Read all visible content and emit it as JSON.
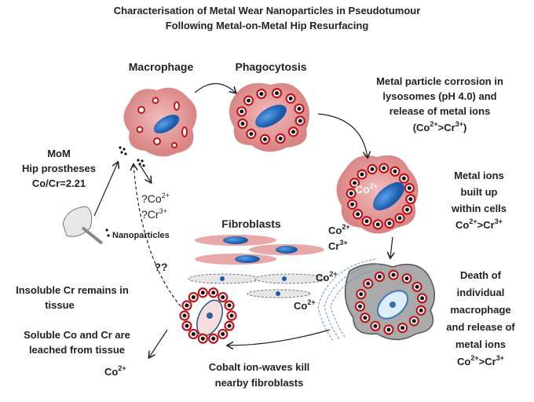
{
  "title": {
    "line1": "Characterisation of Metal Wear Nanoparticles in Pseudotumour",
    "line2": "Following Metal-on-Metal Hip Resurfacing"
  },
  "labels": {
    "macrophage": "Macrophage",
    "phagocytosis": "Phagocytosis",
    "fibroblasts": "Fibroblasts",
    "nanoparticles": "Nanoparticles",
    "unknown": "??",
    "cell_ion": {
      "base": "Co",
      "sup": "2+"
    }
  },
  "corrosion": {
    "lines": [
      "Metal particle  corrosion in",
      "lysosomes (pH 4.0) and",
      "release of metal ions"
    ],
    "ratio": {
      "open": "(Co",
      "sup1": "2+",
      "mid": ">Cr",
      "sup2": "3+",
      "close": ")"
    }
  },
  "mom": {
    "lines": [
      "MoM",
      "Hip prostheses",
      "Co/Cr=2.21"
    ]
  },
  "uncertain_ions": [
    {
      "base": "?Co",
      "sup": "2+"
    },
    {
      "base": "?Cr",
      "sup": "3+"
    }
  ],
  "buildup": {
    "lines": [
      "Metal ions",
      "built up",
      "within cells"
    ],
    "ratio": {
      "a": "Co",
      "sup1": "2+",
      "b": ">Cr",
      "sup2": "3+"
    }
  },
  "released_ions": [
    {
      "base": "Co",
      "sup": "2+"
    },
    {
      "base": "Cr",
      "sup": "3+"
    },
    {
      "base": "Co",
      "sup": "2+"
    },
    {
      "base": "Co",
      "sup": "2+"
    }
  ],
  "death": {
    "lines": [
      "Death of",
      "individual",
      "macrophage",
      "and release of",
      "metal ions"
    ],
    "ratio": {
      "a": "Co",
      "sup1": "2+",
      "b": ">Cr",
      "sup2": "3+"
    }
  },
  "insoluble": {
    "lines": [
      "Insoluble Cr remains in",
      "tissue"
    ]
  },
  "soluble": {
    "lines": [
      "Soluble Co and Cr are",
      "leached from tissue"
    ]
  },
  "leached_ion": {
    "base": "Co",
    "sup": "2+"
  },
  "waves": {
    "lines": [
      "Cobalt ion-waves kill",
      "nearby fibroblasts"
    ]
  },
  "colors": {
    "cell": "#e7a3a3",
    "nucleus": "#2a6fc0",
    "dead_cell": "#a9a9a9",
    "particle": "#c0161b"
  }
}
